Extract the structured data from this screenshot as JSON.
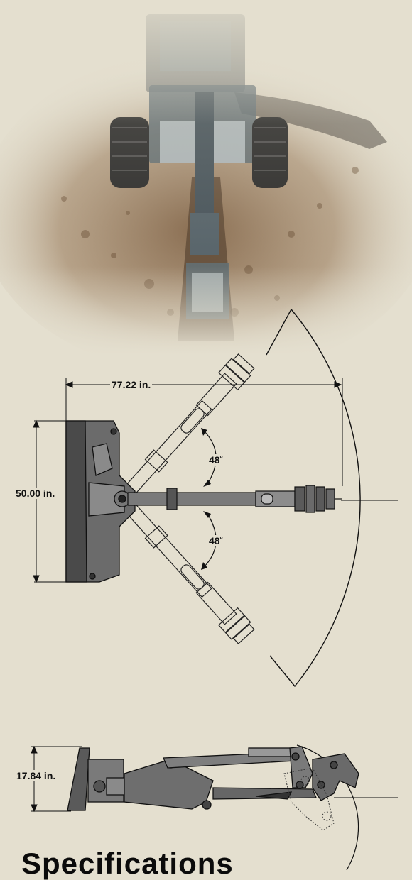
{
  "photo": {
    "subject": "skid steer loader with backhoe attachment digging trench",
    "colors": {
      "background": "#e4dfcf",
      "soil": "#8a6a4a",
      "machine": "#3e4a52"
    }
  },
  "top_view": {
    "width_dimension": "77.22 in.",
    "height_dimension": "50.00 in.",
    "swing_angle_upper": "48˚",
    "swing_angle_lower": "48˚"
  },
  "side_view": {
    "height_dimension": "17.84 in."
  },
  "section_heading": "Specifications",
  "colors": {
    "drawing_fill": "#6b6b6b",
    "drawing_stroke": "#1a1a1a",
    "line": "#111111"
  }
}
